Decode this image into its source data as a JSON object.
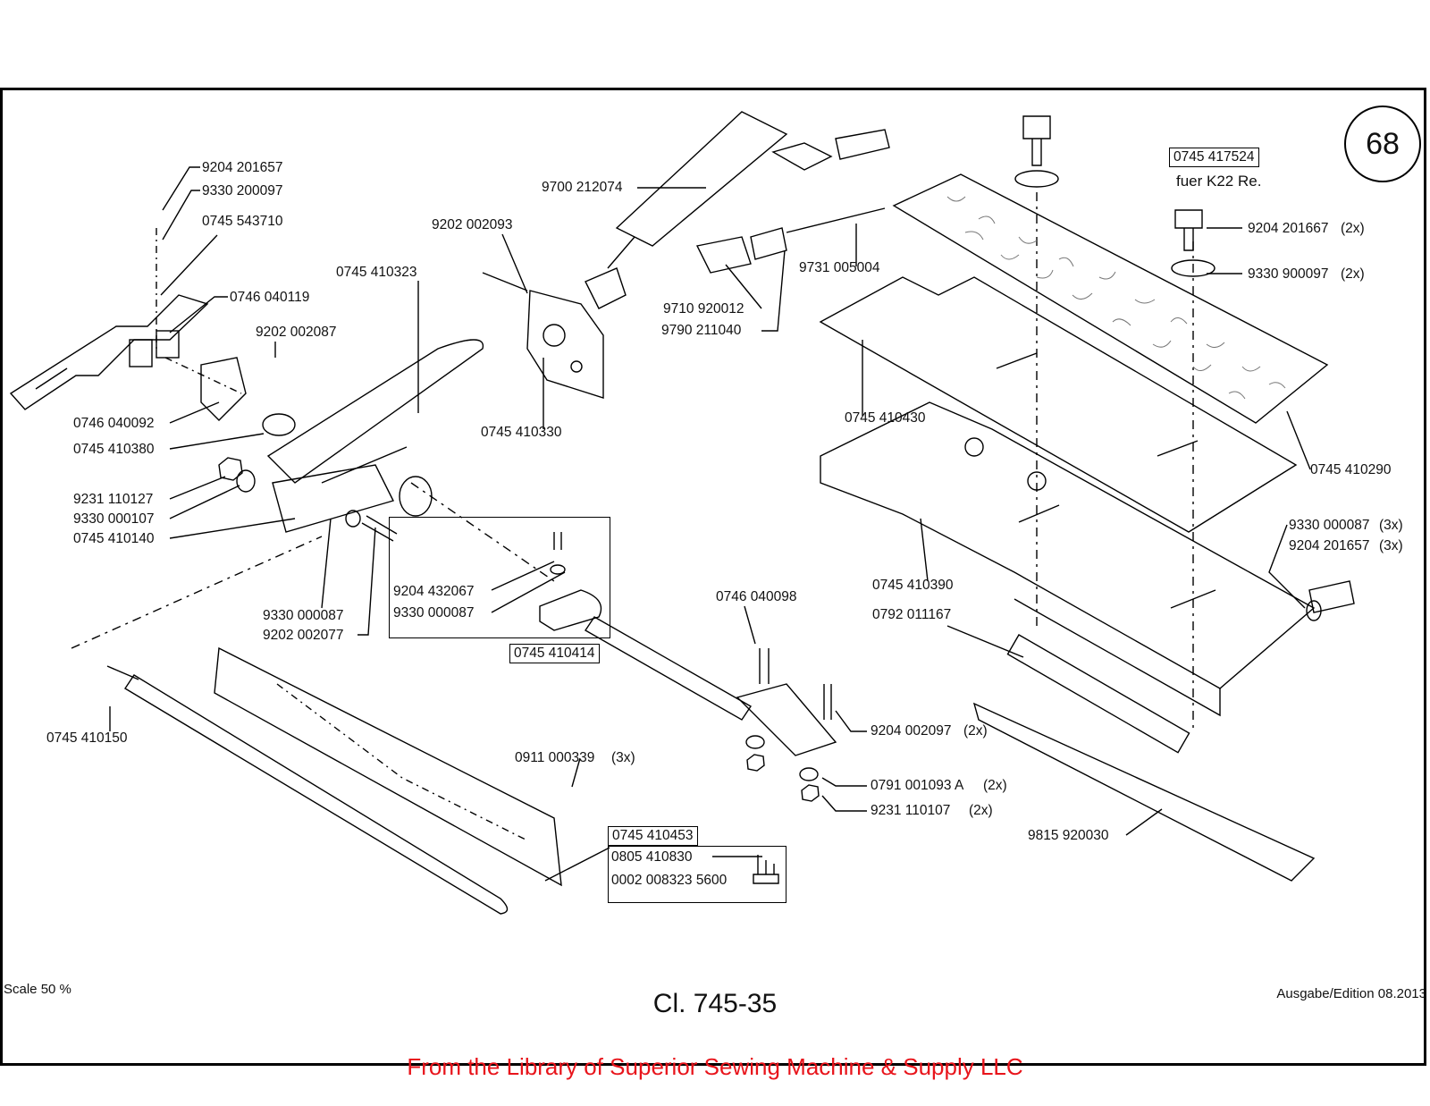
{
  "diagram": {
    "page_number": "68",
    "kit_label": "0745 417524",
    "kit_note": "fuer K22  Re.",
    "parts": {
      "p1": "9204 201657",
      "p2": "9330 200097",
      "p3": "0745 543710",
      "p4": "0746 040119",
      "p5": "9202 002087",
      "p6": "0745 410323",
      "p7": "0746 040092",
      "p8": "0745 410380",
      "p9": "9231 110127",
      "p10": "9330 000107",
      "p11": "0745 410140",
      "p12": "9700 212074",
      "p13": "9202 002093",
      "p14": "0745 410330",
      "p15": "9710 920012",
      "p16": "9790 211040",
      "p17": "9731 005004",
      "p18": "9204 201667",
      "p18q": "(2x)",
      "p19": "9330 900097",
      "p19q": "(2x)",
      "p20": "0745 410430",
      "p21": "0745 410290",
      "p22": "9330 000087",
      "p22q": "(3x)",
      "p23": "9204 201657",
      "p23q": "(3x)",
      "p24": "0745 410390",
      "p25": "0792 011167",
      "p26": "0746 040098",
      "p27": "9204 432067",
      "p28": "9330 000087",
      "p29": "0745 410414",
      "p30": "9330 000087",
      "p31": "9202 002077",
      "p32": "0745 410150",
      "p33": "0911 000339",
      "p33q": "(3x)",
      "p34": "9204 002097",
      "p34q": "(2x)",
      "p35": "0791 001093 A",
      "p35q": "(2x)",
      "p36": "9231 110107",
      "p36q": "(2x)",
      "p37": "9815 920030",
      "p38": "0745 410453",
      "p39": "0805 410830",
      "p40": "0002 008323 5600"
    }
  },
  "footer": {
    "scale": "Scale 50 %",
    "class_label": "Cl. 745-35",
    "edition": "Ausgabe/Edition 08.2013"
  },
  "library_notice": "From the Library of Superior Sewing Machine & Supply LLC"
}
